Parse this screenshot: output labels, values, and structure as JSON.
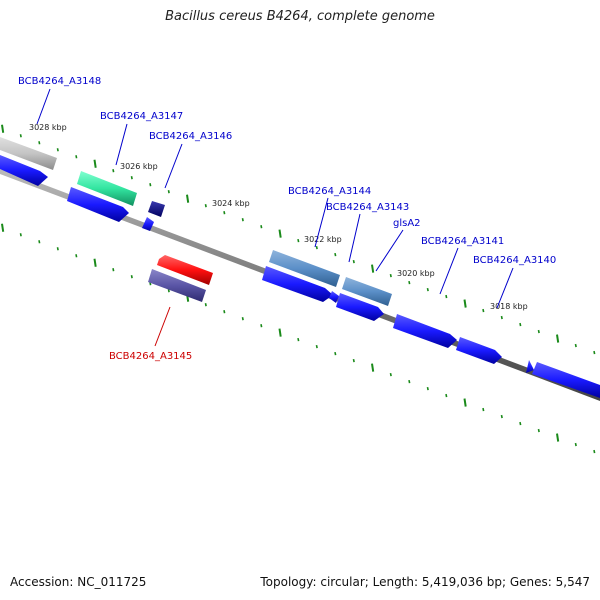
{
  "title": "Bacillus cereus B4264, complete genome",
  "footer": {
    "accession": "Accession: NC_011725",
    "topology": "Topology: circular; Length: 5,419,036 bp; Genes: 5,547"
  },
  "colors": {
    "label_blue": "#0000cc",
    "label_red": "#cc0000",
    "cds_blue": "#1a1aff",
    "backbone": "#777777",
    "tick": "#1a8a1a"
  },
  "tick_labels": [
    "3028 kbp",
    "3026 kbp",
    "3024 kbp",
    "3022 kbp",
    "3020 kbp",
    "3018 kbp"
  ],
  "genes": [
    {
      "name": "BCB4264_A3148",
      "color": "#0000cc"
    },
    {
      "name": "BCB4264_A3147",
      "color": "#0000cc"
    },
    {
      "name": "BCB4264_A3146",
      "color": "#0000cc"
    },
    {
      "name": "BCB4264_A3145",
      "color": "#cc0000"
    },
    {
      "name": "BCB4264_A3144",
      "color": "#0000cc"
    },
    {
      "name": "BCB4264_A3143",
      "color": "#0000cc"
    },
    {
      "name": "glsA2",
      "color": "#0000cc"
    },
    {
      "name": "BCB4264_A3141",
      "color": "#0000cc"
    },
    {
      "name": "BCB4264_A3140",
      "color": "#0000cc"
    }
  ]
}
